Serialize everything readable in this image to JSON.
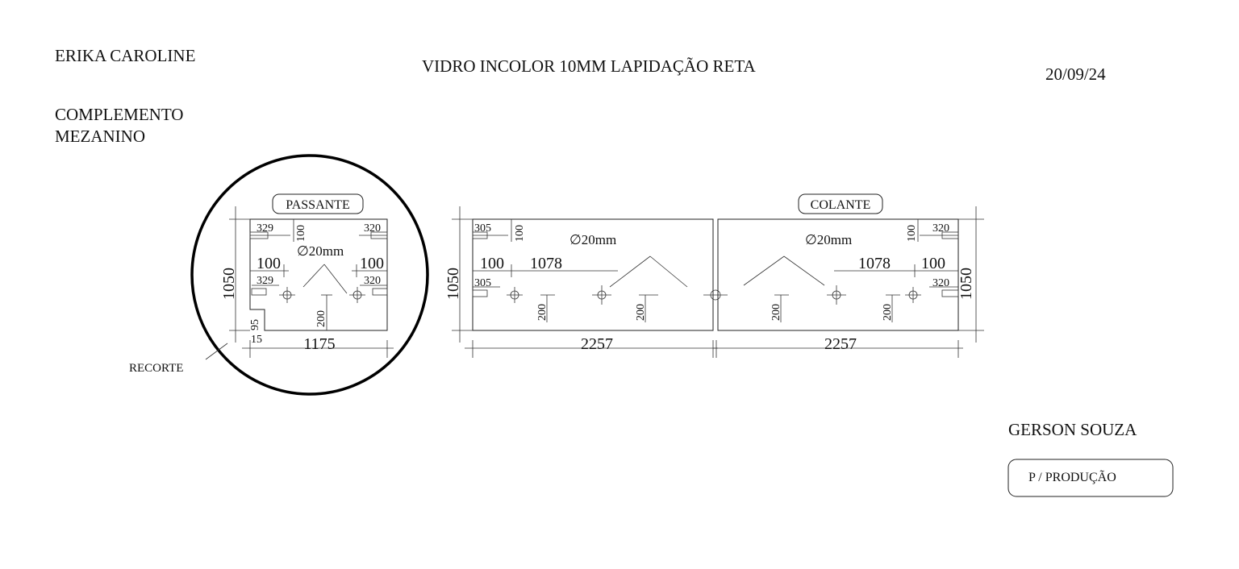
{
  "header": {
    "client": "ERIKA CAROLINE",
    "title": "VIDRO INCOLOR 10MM LAPIDAÇÃO RETA",
    "date": "20/09/24",
    "project_line1": "COMPLEMENTO",
    "project_line2": "MEZANINO"
  },
  "footer": {
    "signer": "GERSON SOUZA",
    "stamp": "P / PRODUÇÃO"
  },
  "panel_a": {
    "tag": "PASSANTE",
    "height": "1050",
    "width": "1175",
    "tl_offset": "329",
    "tl_vert": "100",
    "tr_offset": "320",
    "hole": "∅20mm",
    "left_edge": "100",
    "right_edge": "100",
    "ml_offset": "329",
    "mr_offset": "320",
    "hole_height": "200",
    "notch_h": "95",
    "notch_w": "15",
    "recorte": "RECORTE"
  },
  "panel_b": {
    "height": "1050",
    "width": "2257",
    "tl_offset": "305",
    "tl_vert": "100",
    "hole": "∅20mm",
    "left_edge": "100",
    "spacing": "1078",
    "ml_offset": "305",
    "h1": "200",
    "h2": "200"
  },
  "panel_c": {
    "tag": "COLANTE",
    "height": "1050",
    "width": "2257",
    "tr_offset": "320",
    "tr_vert": "100",
    "hole": "∅20mm",
    "right_edge": "100",
    "spacing": "1078",
    "mr_offset": "320",
    "h1": "200",
    "h2": "200"
  }
}
